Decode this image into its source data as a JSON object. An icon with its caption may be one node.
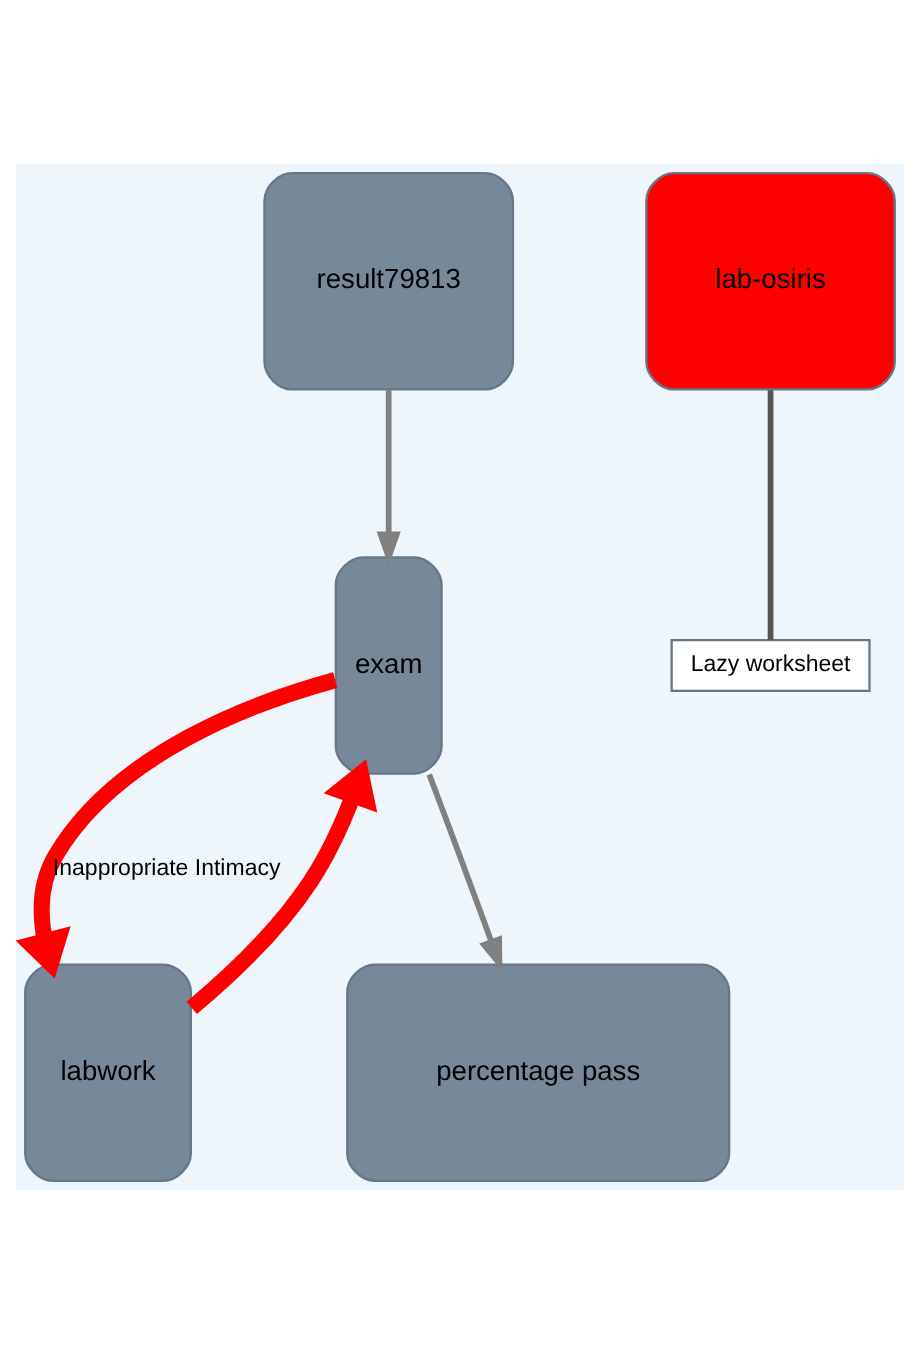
{
  "diagram": {
    "nodes": [
      {
        "text": [
          "result79813"
        ]
      },
      {
        "text": [
          "lab-osiris"
        ]
      },
      {
        "text": [
          "Lazy worksheet"
        ]
      },
      {
        "text": [
          "exam"
        ]
      },
      {
        "text": [
          "labwork"
        ]
      },
      {
        "text": [
          "percentage pass"
        ]
      }
    ],
    "edges": [
      {
        "from": 0,
        "to": 3,
        "arrow": "to"
      },
      {
        "from": 1,
        "to": 2,
        "arrow": "none",
        "color": "#555555"
      },
      {
        "from": 3,
        "to": 5,
        "arrow": "to"
      },
      {
        "from": 4,
        "to": 3,
        "arrow": "to",
        "style": "thick",
        "color": "#ff0000"
      },
      {
        "from": 3,
        "to": 4,
        "arrow": "to",
        "style": "thick",
        "color": "#ff0000",
        "label": "Inappropriate Intimacy"
      }
    ]
  }
}
